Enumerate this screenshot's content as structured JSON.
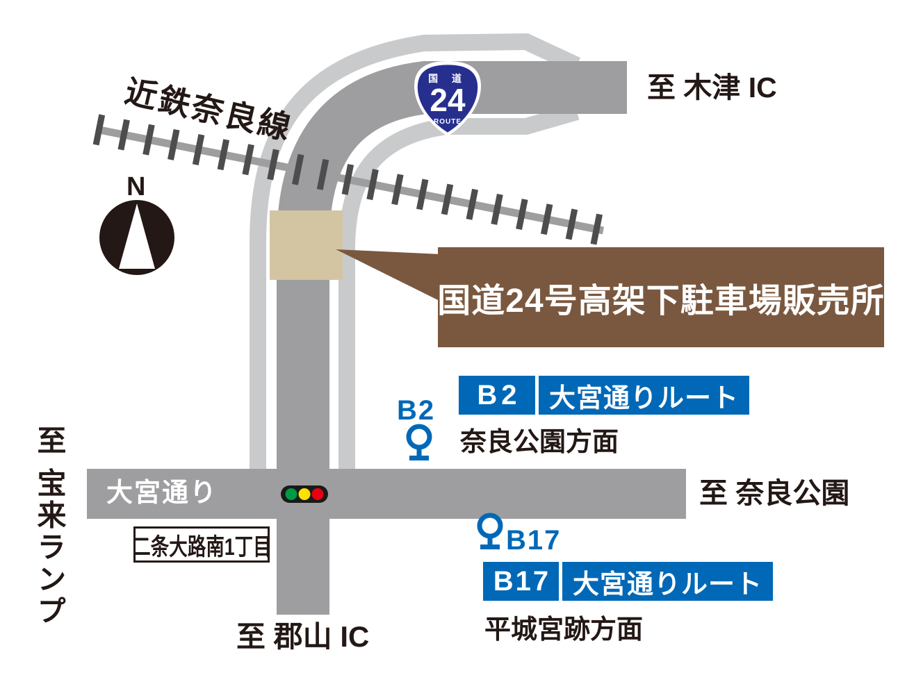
{
  "callout": {
    "label": "国道24号高架下駐車場販売所"
  },
  "railway": {
    "name": "近鉄奈良線"
  },
  "compass": {
    "label": "N"
  },
  "route_shield": {
    "prefix": "国 道",
    "number": "24",
    "suffix": "ROUTE"
  },
  "destinations": {
    "kizu": "至 木津 IC",
    "nara_park": "至 奈良公園",
    "koriyama": "至 郡山 IC",
    "horai": "至 宝来ランプ"
  },
  "streets": {
    "omiya": "大宮通り"
  },
  "intersection": {
    "name": "二条大路南1丁目"
  },
  "bus_stops": [
    {
      "id": "B2",
      "route": "大宮通りルート",
      "direction": "奈良公園方面"
    },
    {
      "id": "B17",
      "route": "大宮通りルート",
      "direction": "平城宮跡方面"
    }
  ],
  "traffic_signal": {
    "green": "#009944",
    "yellow": "#FFE100",
    "red": "#E60012"
  },
  "colors": {
    "road": "#9E9EA0",
    "viaduct_outline": "#C9CACB",
    "railway_tie": "#4D4D4D",
    "landmark": "#D3C5A2",
    "callout_bg": "#7A583F",
    "bus_blue": "#0068B7",
    "shield_blue": "#272F8E",
    "text": "#231815"
  }
}
